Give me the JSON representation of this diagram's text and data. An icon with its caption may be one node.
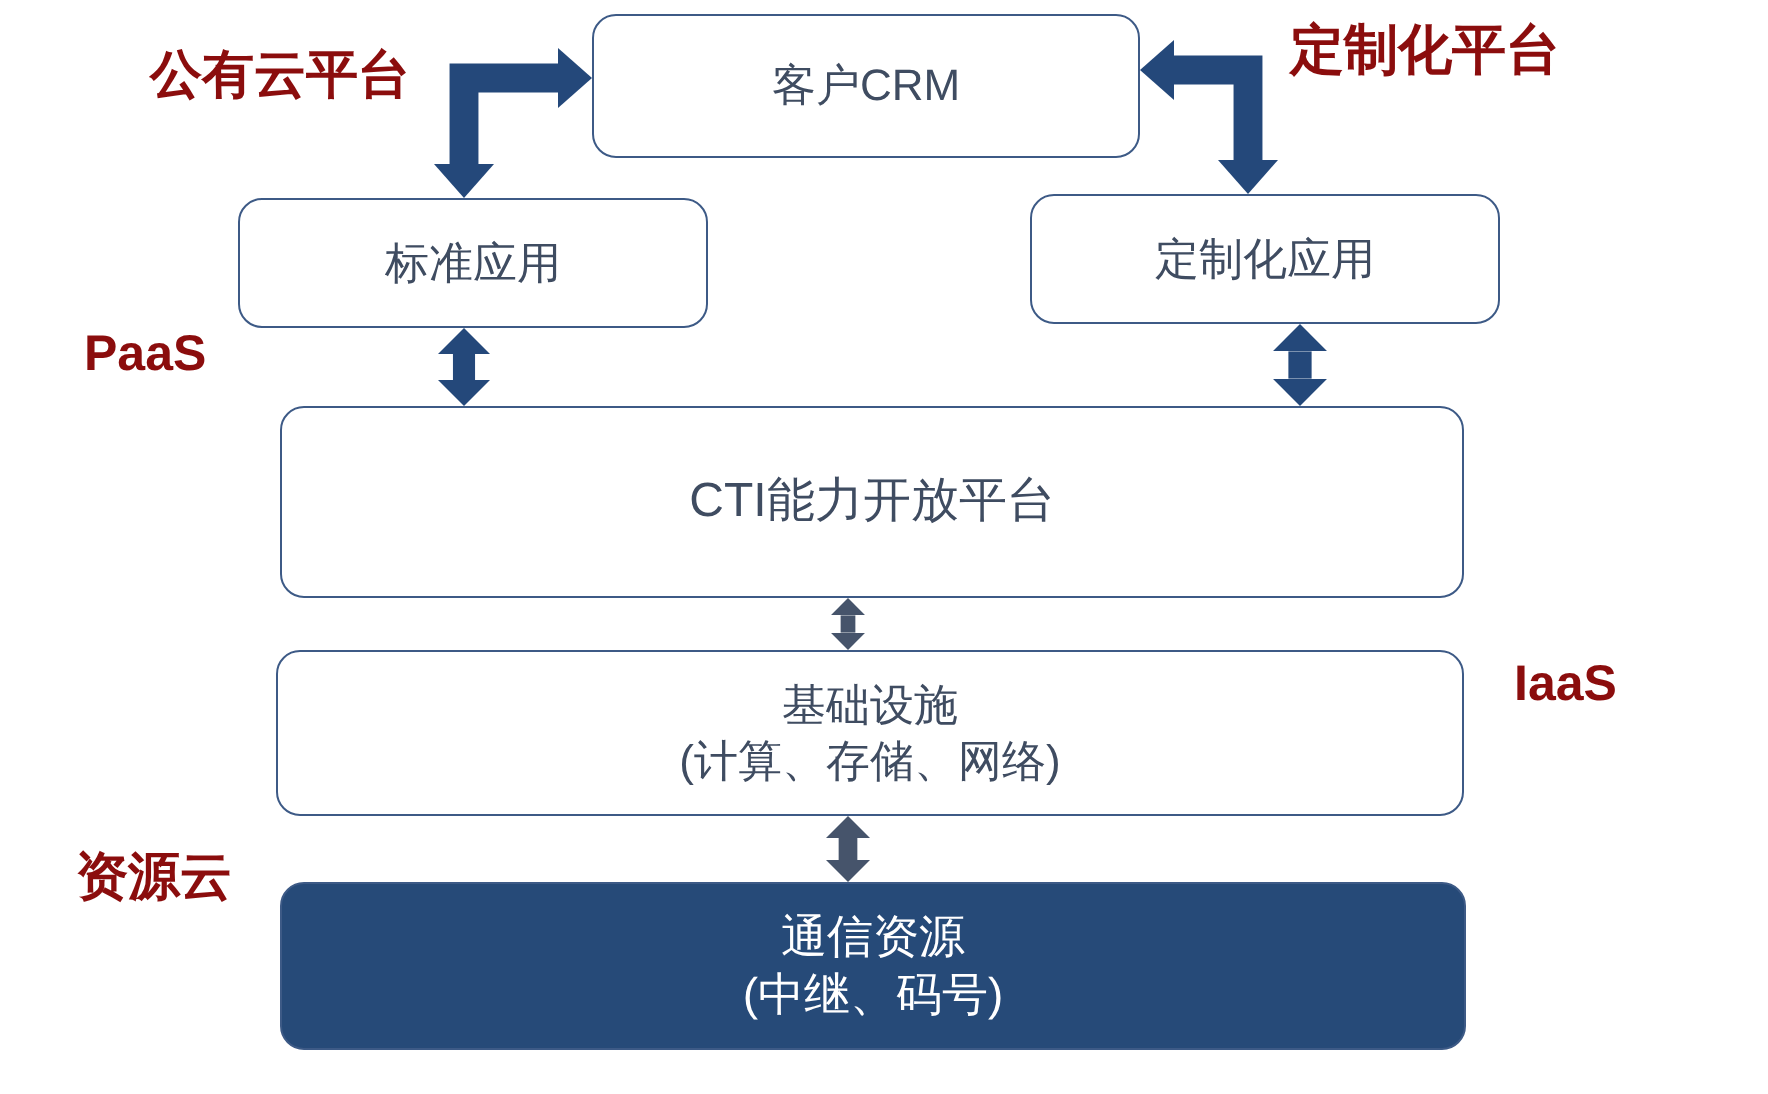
{
  "diagram": {
    "nodes": [
      {
        "text": [
          "客户CRM"
        ]
      },
      {
        "text": [
          "标准应用"
        ]
      },
      {
        "text": [
          "定制化应用"
        ]
      },
      {
        "text": [
          "CTI能力开放平台"
        ]
      },
      {
        "text": [
          "基础设施",
          "(计算、存储、网络)"
        ]
      },
      {
        "text": [
          "通信资源",
          "(中继、码号)"
        ]
      }
    ],
    "edges": [
      {
        "from": 0,
        "to": 1,
        "arrow": "both"
      },
      {
        "from": 0,
        "to": 2,
        "arrow": "both"
      },
      {
        "from": 1,
        "to": 3,
        "arrow": "both"
      },
      {
        "from": 2,
        "to": 3,
        "arrow": "both"
      },
      {
        "from": 3,
        "to": 4,
        "arrow": "both",
        "color": "#46546b"
      },
      {
        "from": 4,
        "to": 5,
        "arrow": "both",
        "color": "#46546b"
      }
    ],
    "labels": [
      "公有云平台",
      "定制化平台",
      "PaaS",
      "IaaS",
      "资源云"
    ]
  }
}
